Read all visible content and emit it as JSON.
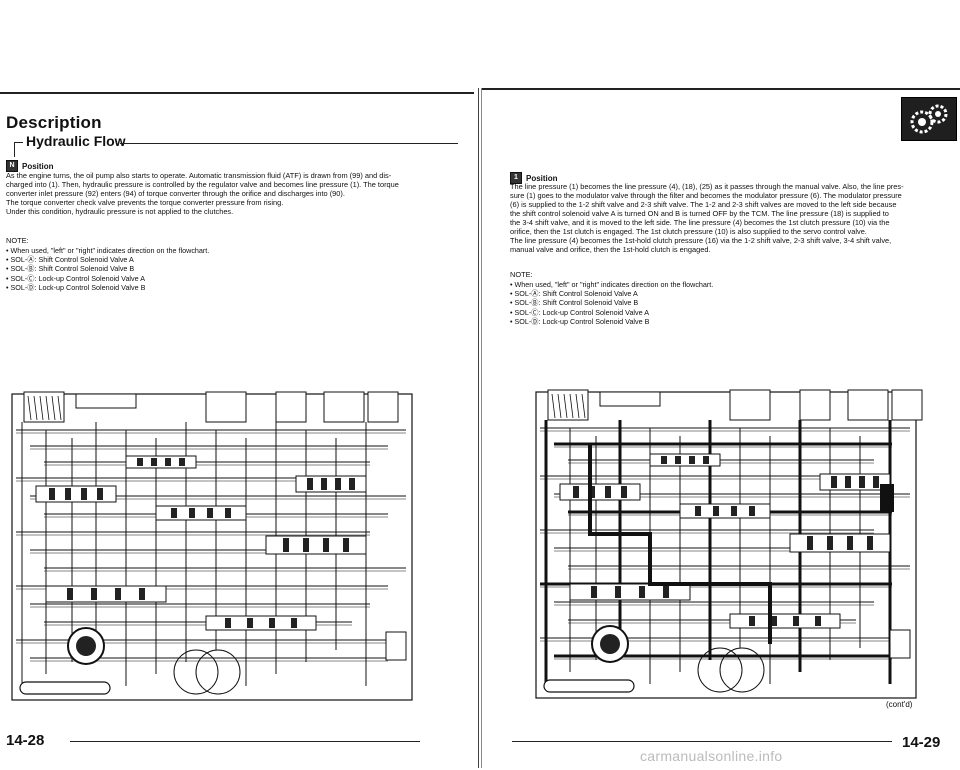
{
  "left_page": {
    "title": "Description",
    "subtitle": "Hydraulic Flow",
    "position_badge": "N",
    "position_label": "Position",
    "paragraph": [
      "As the engine turns, the oil pump also starts to operate. Automatic transmission fluid (ATF) is drawn from (99) and dis-",
      "charged into (1). Then, hydraulic pressure is controlled by the regulator valve and becomes line pressure (1). The torque",
      "converter inlet pressure (92) enters (94) of torque converter through the orifice and discharges into (90).",
      "The torque converter check valve prevents the torque converter pressure from rising.",
      "Under this condition, hydraulic pressure is not applied to the clutches."
    ],
    "note_title": "NOTE:",
    "notes": [
      "When used, \"left\" or \"right\" indicates direction on the flowchart.",
      "SOL-Ⓐ: Shift Control Solenoid Valve A",
      "SOL-Ⓑ: Shift Control Solenoid Valve B",
      "SOL-Ⓒ: Lock-up Control Solenoid Valve A",
      "SOL-Ⓓ: Lock-up Control Solenoid Valve B"
    ],
    "page_number": "14-28"
  },
  "right_page": {
    "position_badge": "1",
    "position_label": "Position",
    "paragraph": [
      "The line pressure (1) becomes the line pressure (4), (18), (25) as it passes through the manual valve. Also, the line pres-",
      "sure (1) goes to the modulator valve through the filter and becomes the modulator pressure (6). The modulator pressure",
      "(6) is supplied to the 1-2 shift valve and 2-3 shift valve. The 1-2 and 2-3 shift valves are moved to the left side because",
      "the shift control solenoid valve A is turned ON and B is turned OFF by the TCM. The line pressure (18) is supplied to",
      "the 3-4 shift valve, and it is moved to the left side. The line pressure (4) becomes the 1st clutch pressure (10) via the",
      "orifice, then the 1st clutch is engaged. The 1st clutch pressure (10) is also supplied to the servo control valve.",
      "The line pressure (4) becomes the 1st-hold clutch pressure (16) via the 1-2 shift valve, 2-3 shift valve, 3-4 shift valve,",
      "manual valve and orifice, then the 1st-hold clutch is engaged."
    ],
    "note_title": "NOTE:",
    "notes": [
      "When used, \"left\" or \"right\" indicates direction on the flowchart.",
      "SOL-Ⓐ: Shift Control Solenoid Valve A",
      "SOL-Ⓑ: Shift Control Solenoid Valve B",
      "SOL-Ⓒ: Lock-up Control Solenoid Valve A",
      "SOL-Ⓓ: Lock-up Control Solenoid Valve B"
    ],
    "contd": "(cont'd)",
    "page_number": "14-29"
  },
  "watermark": "carmanualsonline.info",
  "colors": {
    "ink": "#111111",
    "paper": "#ffffff",
    "logo_bg": "#1f1f1f"
  }
}
